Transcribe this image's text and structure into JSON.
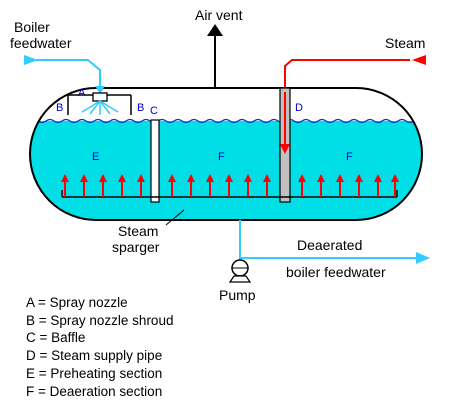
{
  "labels": {
    "boiler_feedwater": [
      "Boiler",
      "feedwater"
    ],
    "air_vent": "Air vent",
    "steam": "Steam",
    "steam_sparger": [
      "Steam",
      "sparger"
    ],
    "deaerated": [
      "Deaerated",
      "boiler feedwater"
    ],
    "pump": "Pump"
  },
  "callouts": {
    "a": "A",
    "b": "B",
    "c": "C",
    "d": "D",
    "e": "E",
    "f": "F"
  },
  "legend": [
    "A = Spray nozzle",
    "B = Spray nozzle shroud",
    "C = Baffle",
    "D = Steam supply pipe",
    "E = Preheating section",
    "F = Deaeration section"
  ],
  "colors": {
    "water": "#00dfe6",
    "feedwater_line": "#33ccff",
    "steam_line": "#ff0000",
    "bubble_arrow": "#ff0000",
    "vent_arrow": "#000000",
    "section_label": "#0000cc"
  }
}
